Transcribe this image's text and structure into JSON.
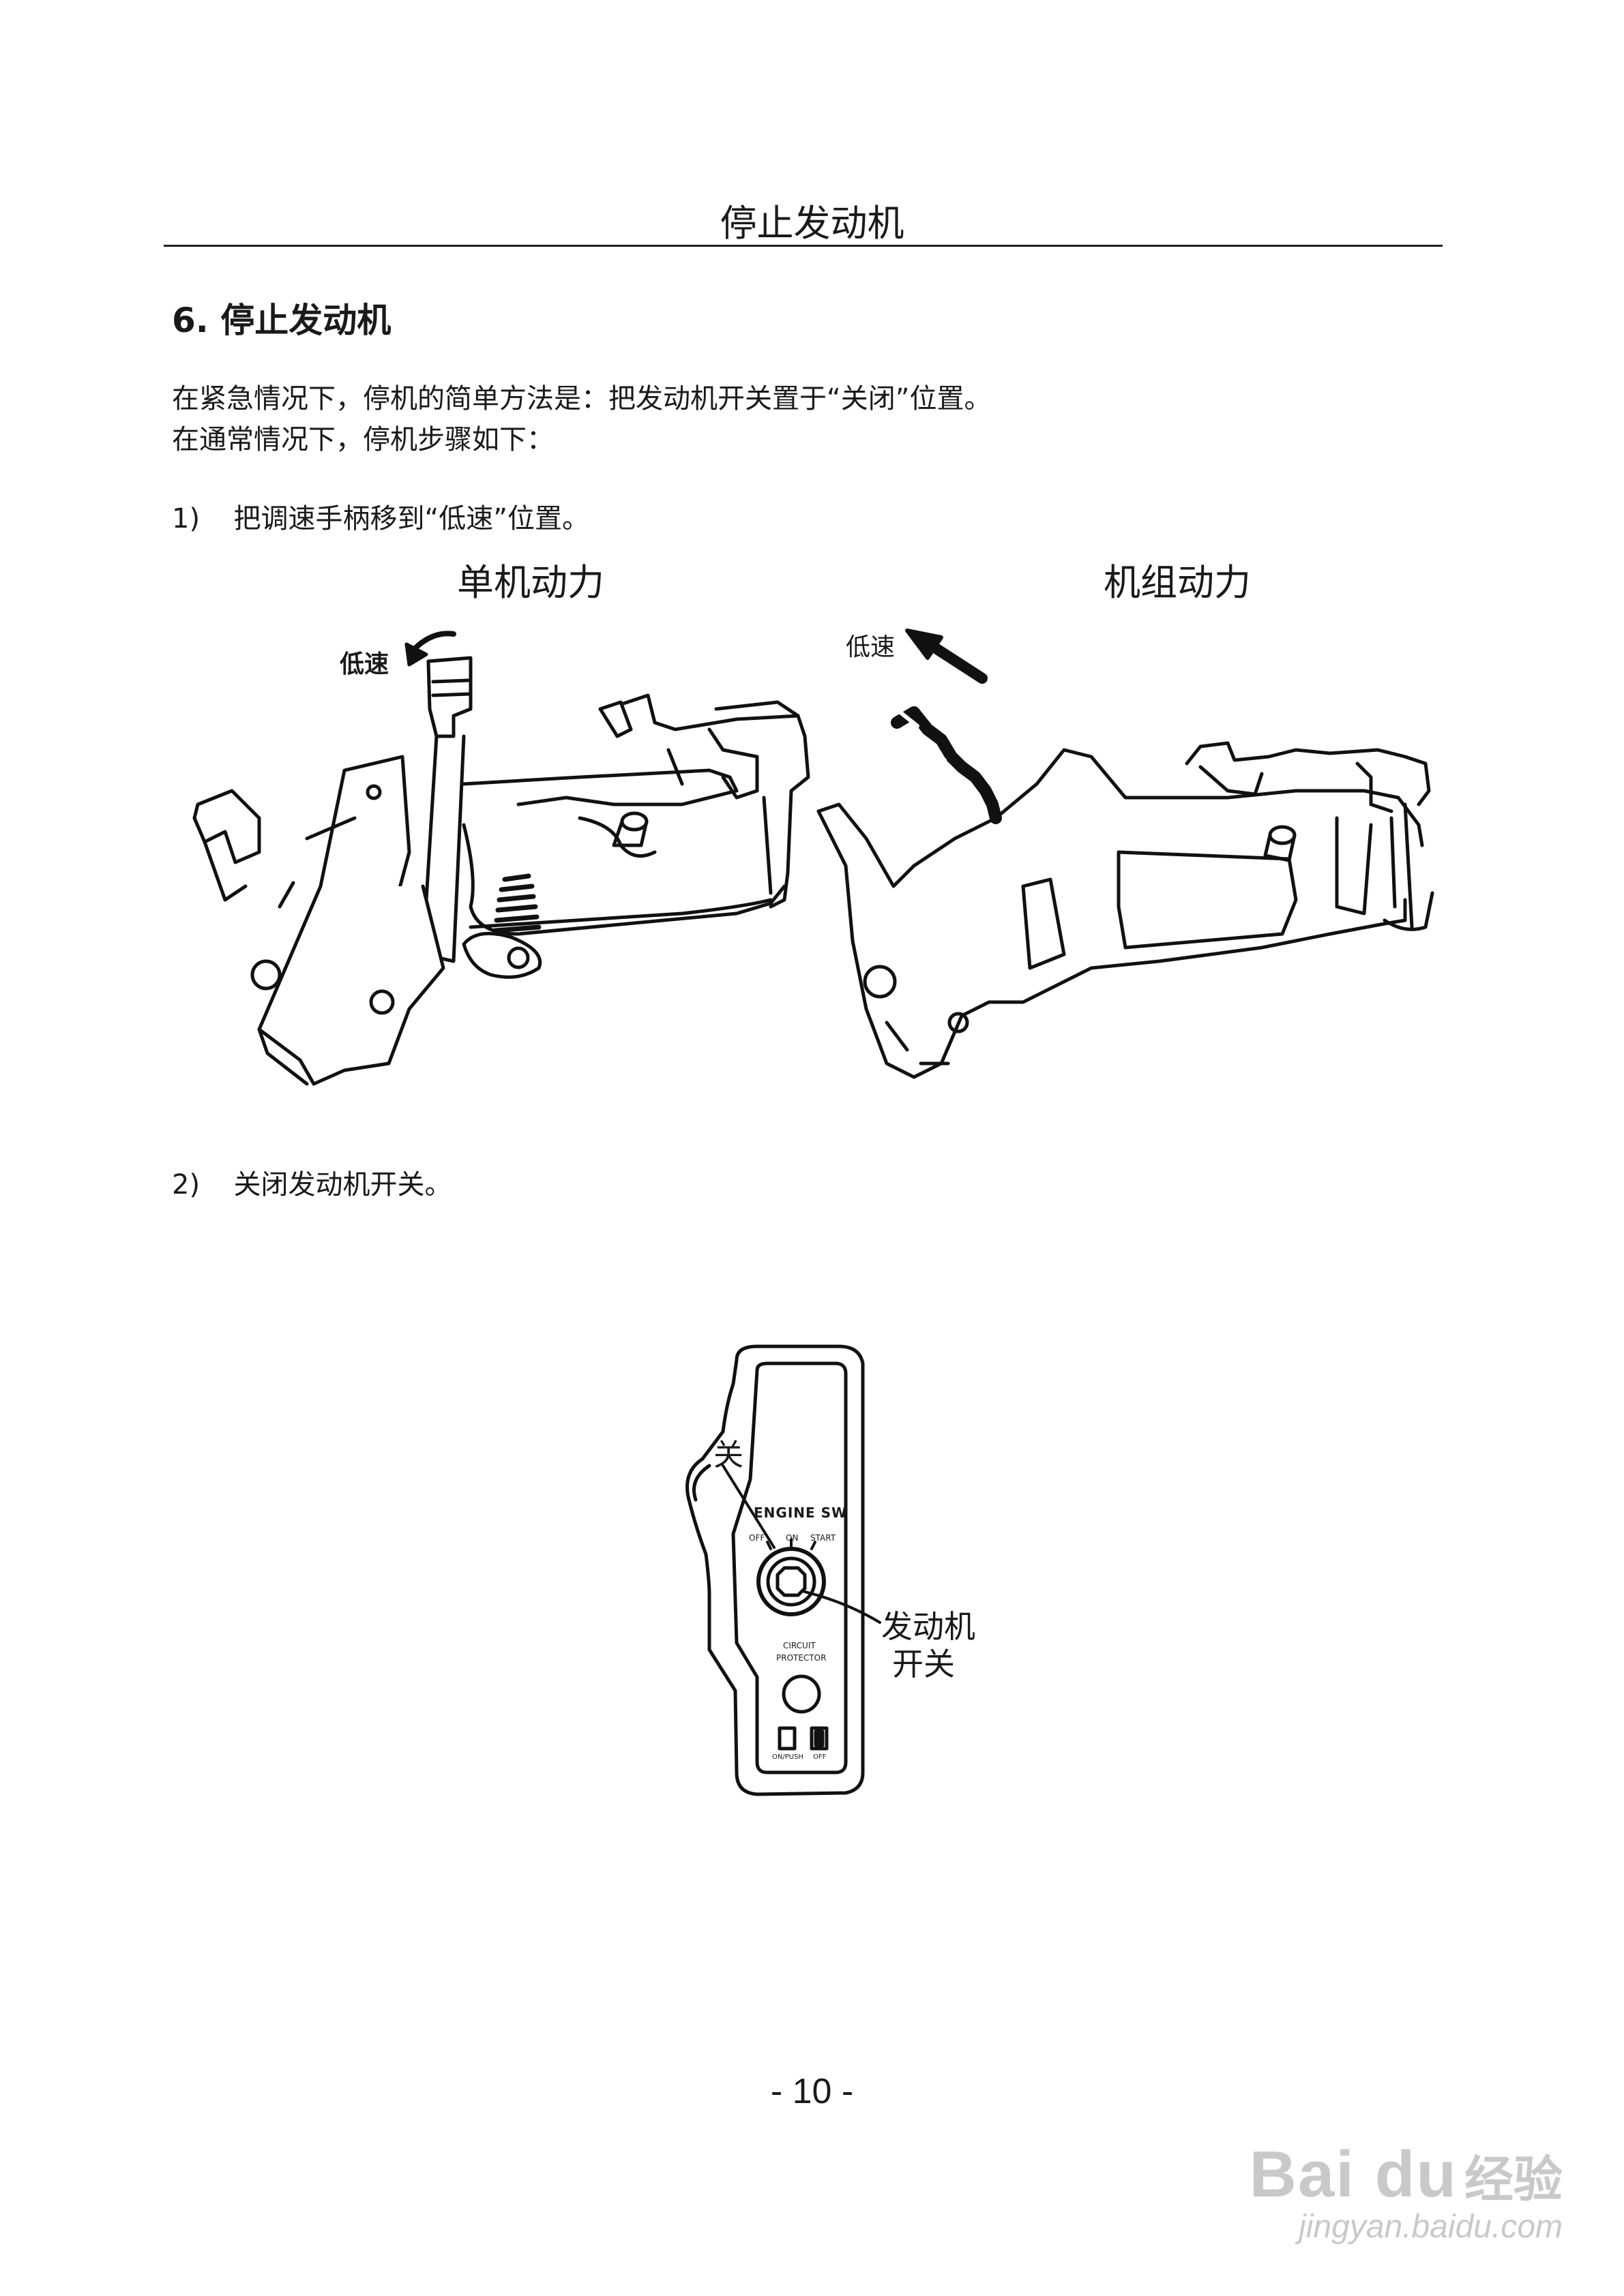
{
  "header": {
    "title": "停止发动机"
  },
  "section": {
    "title": "6.  停止发动机"
  },
  "paragraphs": [
    "在紧急情况下，停机的简单方法是：把发动机开关置于“关闭”位置。",
    "在通常情况下，停机步骤如下："
  ],
  "steps": [
    {
      "label": "1)",
      "text": "把调速手柄移到“低速”位置。"
    },
    {
      "label": "2)",
      "text": "关闭发动机开关。"
    }
  ],
  "figure1": {
    "left": {
      "caption": "单机动力",
      "arrow_label": "低速"
    },
    "right": {
      "caption": "机组动力",
      "arrow_label": "低速"
    }
  },
  "figure2": {
    "off_label": "关",
    "panel_title": "ENGINE SW",
    "positions": [
      "OFF",
      "ON",
      "START"
    ],
    "protector_label_1": "CIRCUIT",
    "protector_label_2": "PROTECTOR",
    "switch_labels": [
      "ON/PUSH",
      "OFF"
    ],
    "callout_1": "发动机",
    "callout_2": "开关"
  },
  "footer": {
    "page_number": "- 10 -"
  },
  "watermark": {
    "brand": "Bai du",
    "product": "经验",
    "url": "jingyan.baidu.com"
  }
}
